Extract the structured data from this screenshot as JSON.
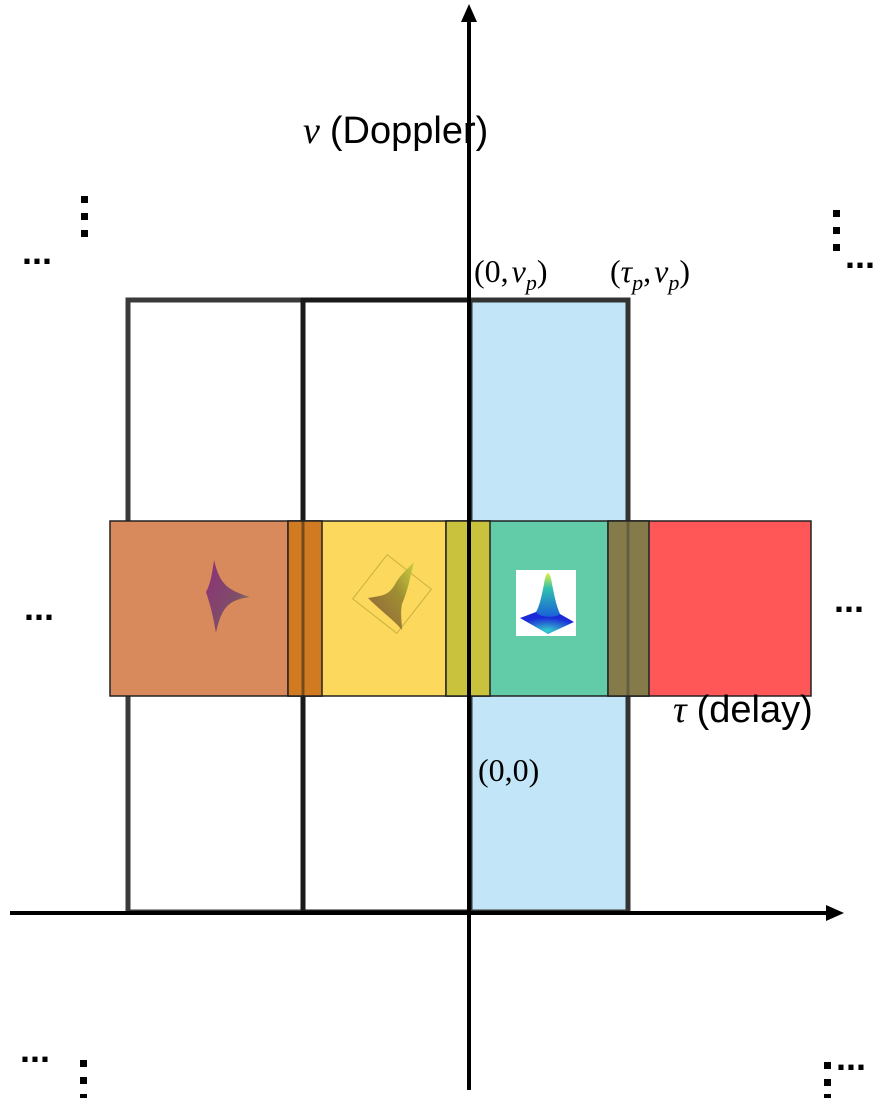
{
  "axes": {
    "y_symbol": "ν",
    "y_word": "(Doppler)",
    "x_symbol": "τ",
    "x_word": "(delay)"
  },
  "points": {
    "origin": "(0,0)",
    "zero_nu_p": {
      "open": "(0,",
      "sym": "ν",
      "sub": "p",
      "close": ")"
    },
    "tau_p_nu_p": {
      "open": "(",
      "sym1": "τ",
      "sub1": "p",
      "comma": ",",
      "sym2": "ν",
      "sub2": "p",
      "close": ")"
    }
  },
  "ellipsis": {
    "left": "...",
    "right": "...",
    "corner_top_left": "...",
    "corner_top_right": "...",
    "corner_bottom_left": "...",
    "corner_bottom_right": "..."
  },
  "colors": {
    "tile_brown": "#d98a5c",
    "tile_yellow": "#fcd95c",
    "tile_green": "#62cba8",
    "tile_red": "#ff5757",
    "column_blue": "#c2e6f8",
    "overlap_dark_orange": "#d07a22",
    "overlap_olive": "#c9c23c",
    "overlap_brown_olive": "#857a4a",
    "axis": "#000000"
  }
}
